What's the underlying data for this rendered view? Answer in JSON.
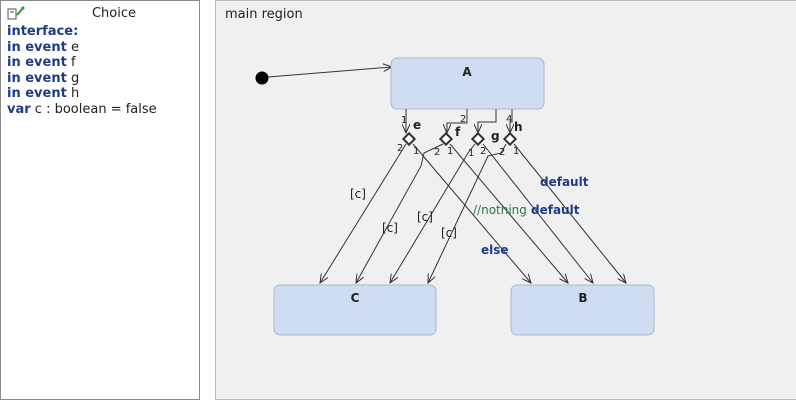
{
  "definition": {
    "title": "Choice",
    "lines": [
      {
        "keyword": "interface:",
        "text": ""
      },
      {
        "keyword": "in event",
        "text": " e"
      },
      {
        "keyword": "in event",
        "text": " f"
      },
      {
        "keyword": "in event",
        "text": " g"
      },
      {
        "keyword": "in event",
        "text": " h"
      },
      {
        "keyword": "var",
        "text": " c : boolean = false"
      }
    ]
  },
  "region": {
    "label": "main region"
  },
  "states": {
    "a": "A",
    "b": "B",
    "c": "C"
  },
  "events": {
    "e": "e",
    "f": "f",
    "g": "g",
    "h": "h"
  },
  "transition_labels": {
    "guard_c": "[c]",
    "default": "default",
    "else": "else",
    "comment": "//nothing"
  },
  "priorities": {
    "p1": "1",
    "p2": "2",
    "p4": "4"
  },
  "colors": {
    "state_fill": "#cfdcf2",
    "state_stroke": "#a9b9d4",
    "keyword": "#1f3b8a",
    "comment": "#2f7a3a",
    "canvas": "#f0f0f0"
  }
}
